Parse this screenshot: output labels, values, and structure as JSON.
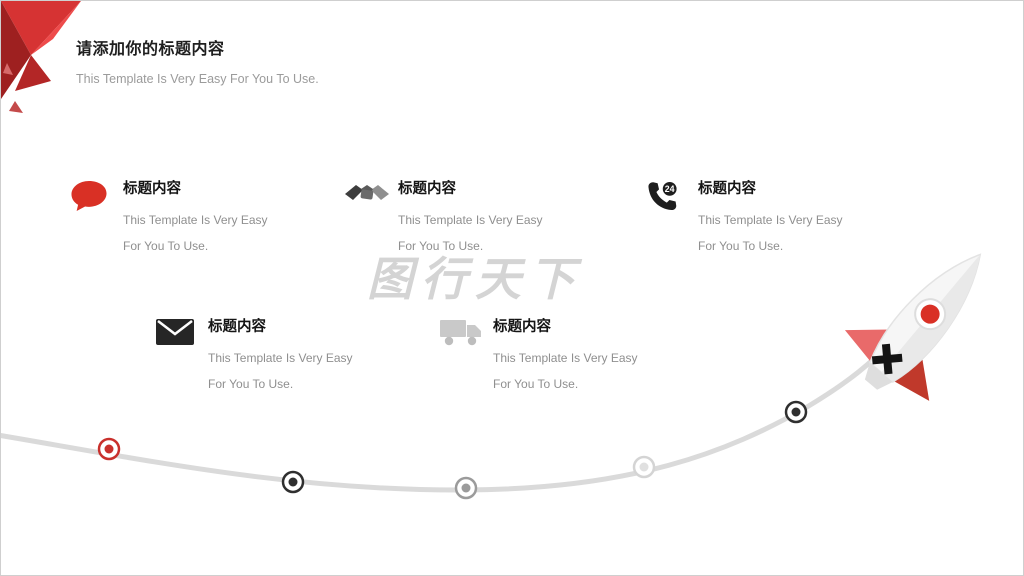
{
  "slide": {
    "title": "请添加你的标题内容",
    "subtitle": "This Template Is Very Easy For You To Use.",
    "watermark": "图行天下"
  },
  "features": [
    {
      "icon": "speech-bubble-icon",
      "title": "标题内容",
      "line1": "This Template Is Very Easy",
      "line2": "For You To Use."
    },
    {
      "icon": "handshake-icon",
      "title": "标题内容",
      "line1": "This Template Is Very Easy",
      "line2": "For You To Use."
    },
    {
      "icon": "phone-24-icon",
      "title": "标题内容",
      "line1": "This Template Is Very Easy",
      "line2": "For You To Use."
    },
    {
      "icon": "envelope-icon",
      "title": "标题内容",
      "line1": "This Template Is Very Easy",
      "line2": "For You To Use."
    },
    {
      "icon": "truck-icon",
      "title": "标题内容",
      "line1": "This Template Is Very Easy",
      "line2": "For You To Use."
    }
  ],
  "icons": {
    "phone_badge": "24"
  },
  "colors": {
    "accent_red": "#d93025",
    "dark_icon": "#1e1e1e",
    "gray_text": "#8f8f8f",
    "light_gray_icon": "#c9c9c9",
    "curve_gray": "#dadada",
    "milestone_colors": [
      "#c9302c",
      "#2f2f2f",
      "#9b9b9b",
      "#d4d4d4",
      "#2f2f2f"
    ]
  }
}
